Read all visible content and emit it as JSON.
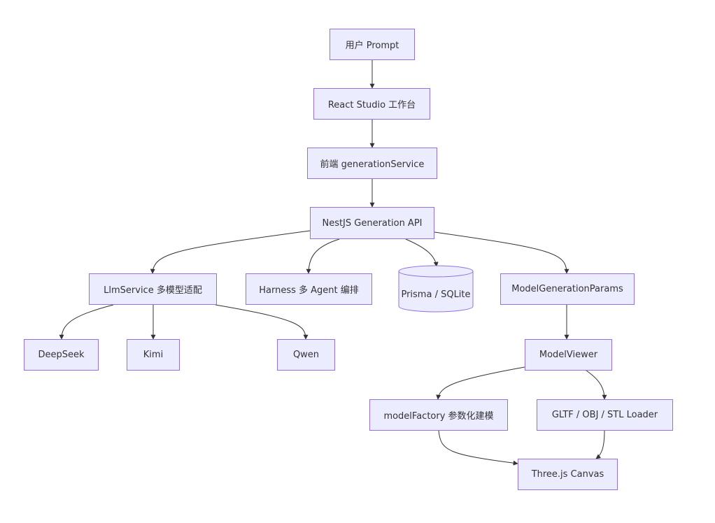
{
  "nodes": {
    "user_prompt": "用户 Prompt",
    "react_studio": "React Studio 工作台",
    "frontend_service": "前端 generationService",
    "nestjs_api": "NestJS Generation API",
    "llm_service": "LlmService 多模型适配",
    "harness": "Harness 多 Agent 编排",
    "prisma": "Prisma / SQLite",
    "model_params": "ModelGenerationParams",
    "deepseek": "DeepSeek",
    "kimi": "Kimi",
    "qwen": "Qwen",
    "model_viewer": "ModelViewer",
    "model_factory": "modelFactory 参数化建模",
    "loader": "GLTF / OBJ / STL Loader",
    "threejs_canvas": "Three.js Canvas"
  },
  "colors": {
    "node_fill": "#ECECFF",
    "node_border": "#9370DB",
    "edge": "#333333",
    "text": "#333333"
  }
}
